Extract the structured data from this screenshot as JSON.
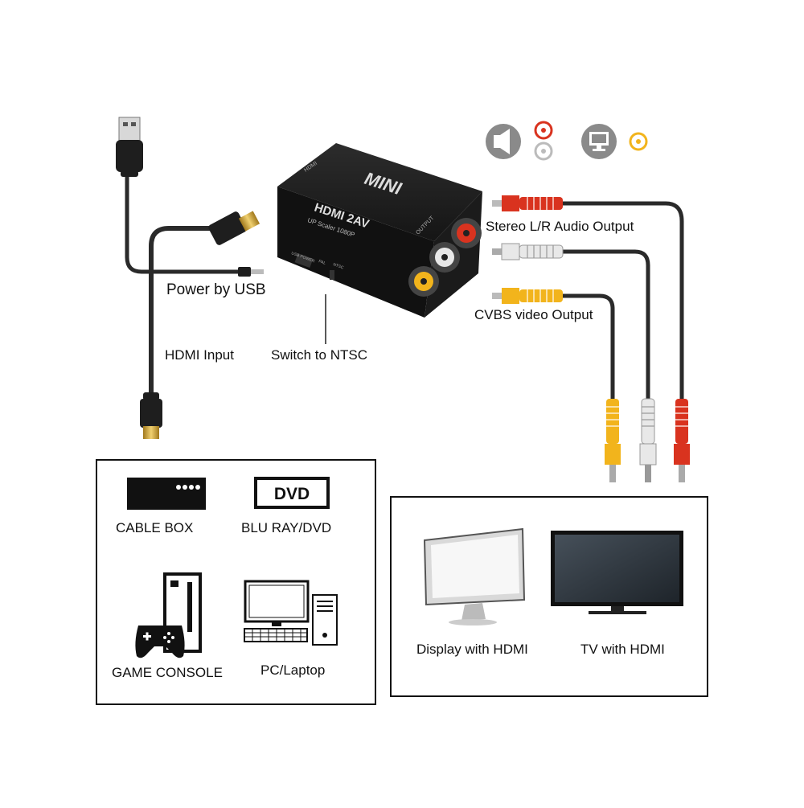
{
  "device": {
    "brand_label": "MINI",
    "model_label": "HDMI 2AV",
    "subtitle": "UP Scaler 1080P",
    "side_label_input": "HDMI",
    "side_label_output": "OUTPUT",
    "power_port_label": "USB POWER",
    "switch_labels": [
      "PAL",
      "NTSC"
    ]
  },
  "callouts": {
    "power": "Power by USB",
    "hdmi_input": "HDMI Input",
    "switch": "Switch to NTSC",
    "audio_output": "Stereo L/R Audio Output",
    "video_output": "CVBS video Output"
  },
  "sources": {
    "items": [
      {
        "label": "CABLE BOX",
        "icon": "cable-box-icon"
      },
      {
        "label": "BLU RAY/DVD",
        "icon": "dvd-icon",
        "badge": "DVD"
      },
      {
        "label": "GAME CONSOLE",
        "icon": "game-console-icon"
      },
      {
        "label": "PC/Laptop",
        "icon": "pc-icon"
      }
    ]
  },
  "displays": {
    "items": [
      {
        "label": "Display with HDMI",
        "icon": "monitor-icon"
      },
      {
        "label": "TV with HDMI",
        "icon": "tv-icon"
      }
    ]
  },
  "colors": {
    "device": "#1c1c1c",
    "cable": "#2a2a2a",
    "rca_red": "#d9331f",
    "rca_white": "#e8e8e8",
    "rca_yellow": "#f2b41c",
    "icon_grey": "#8a8a8a"
  }
}
